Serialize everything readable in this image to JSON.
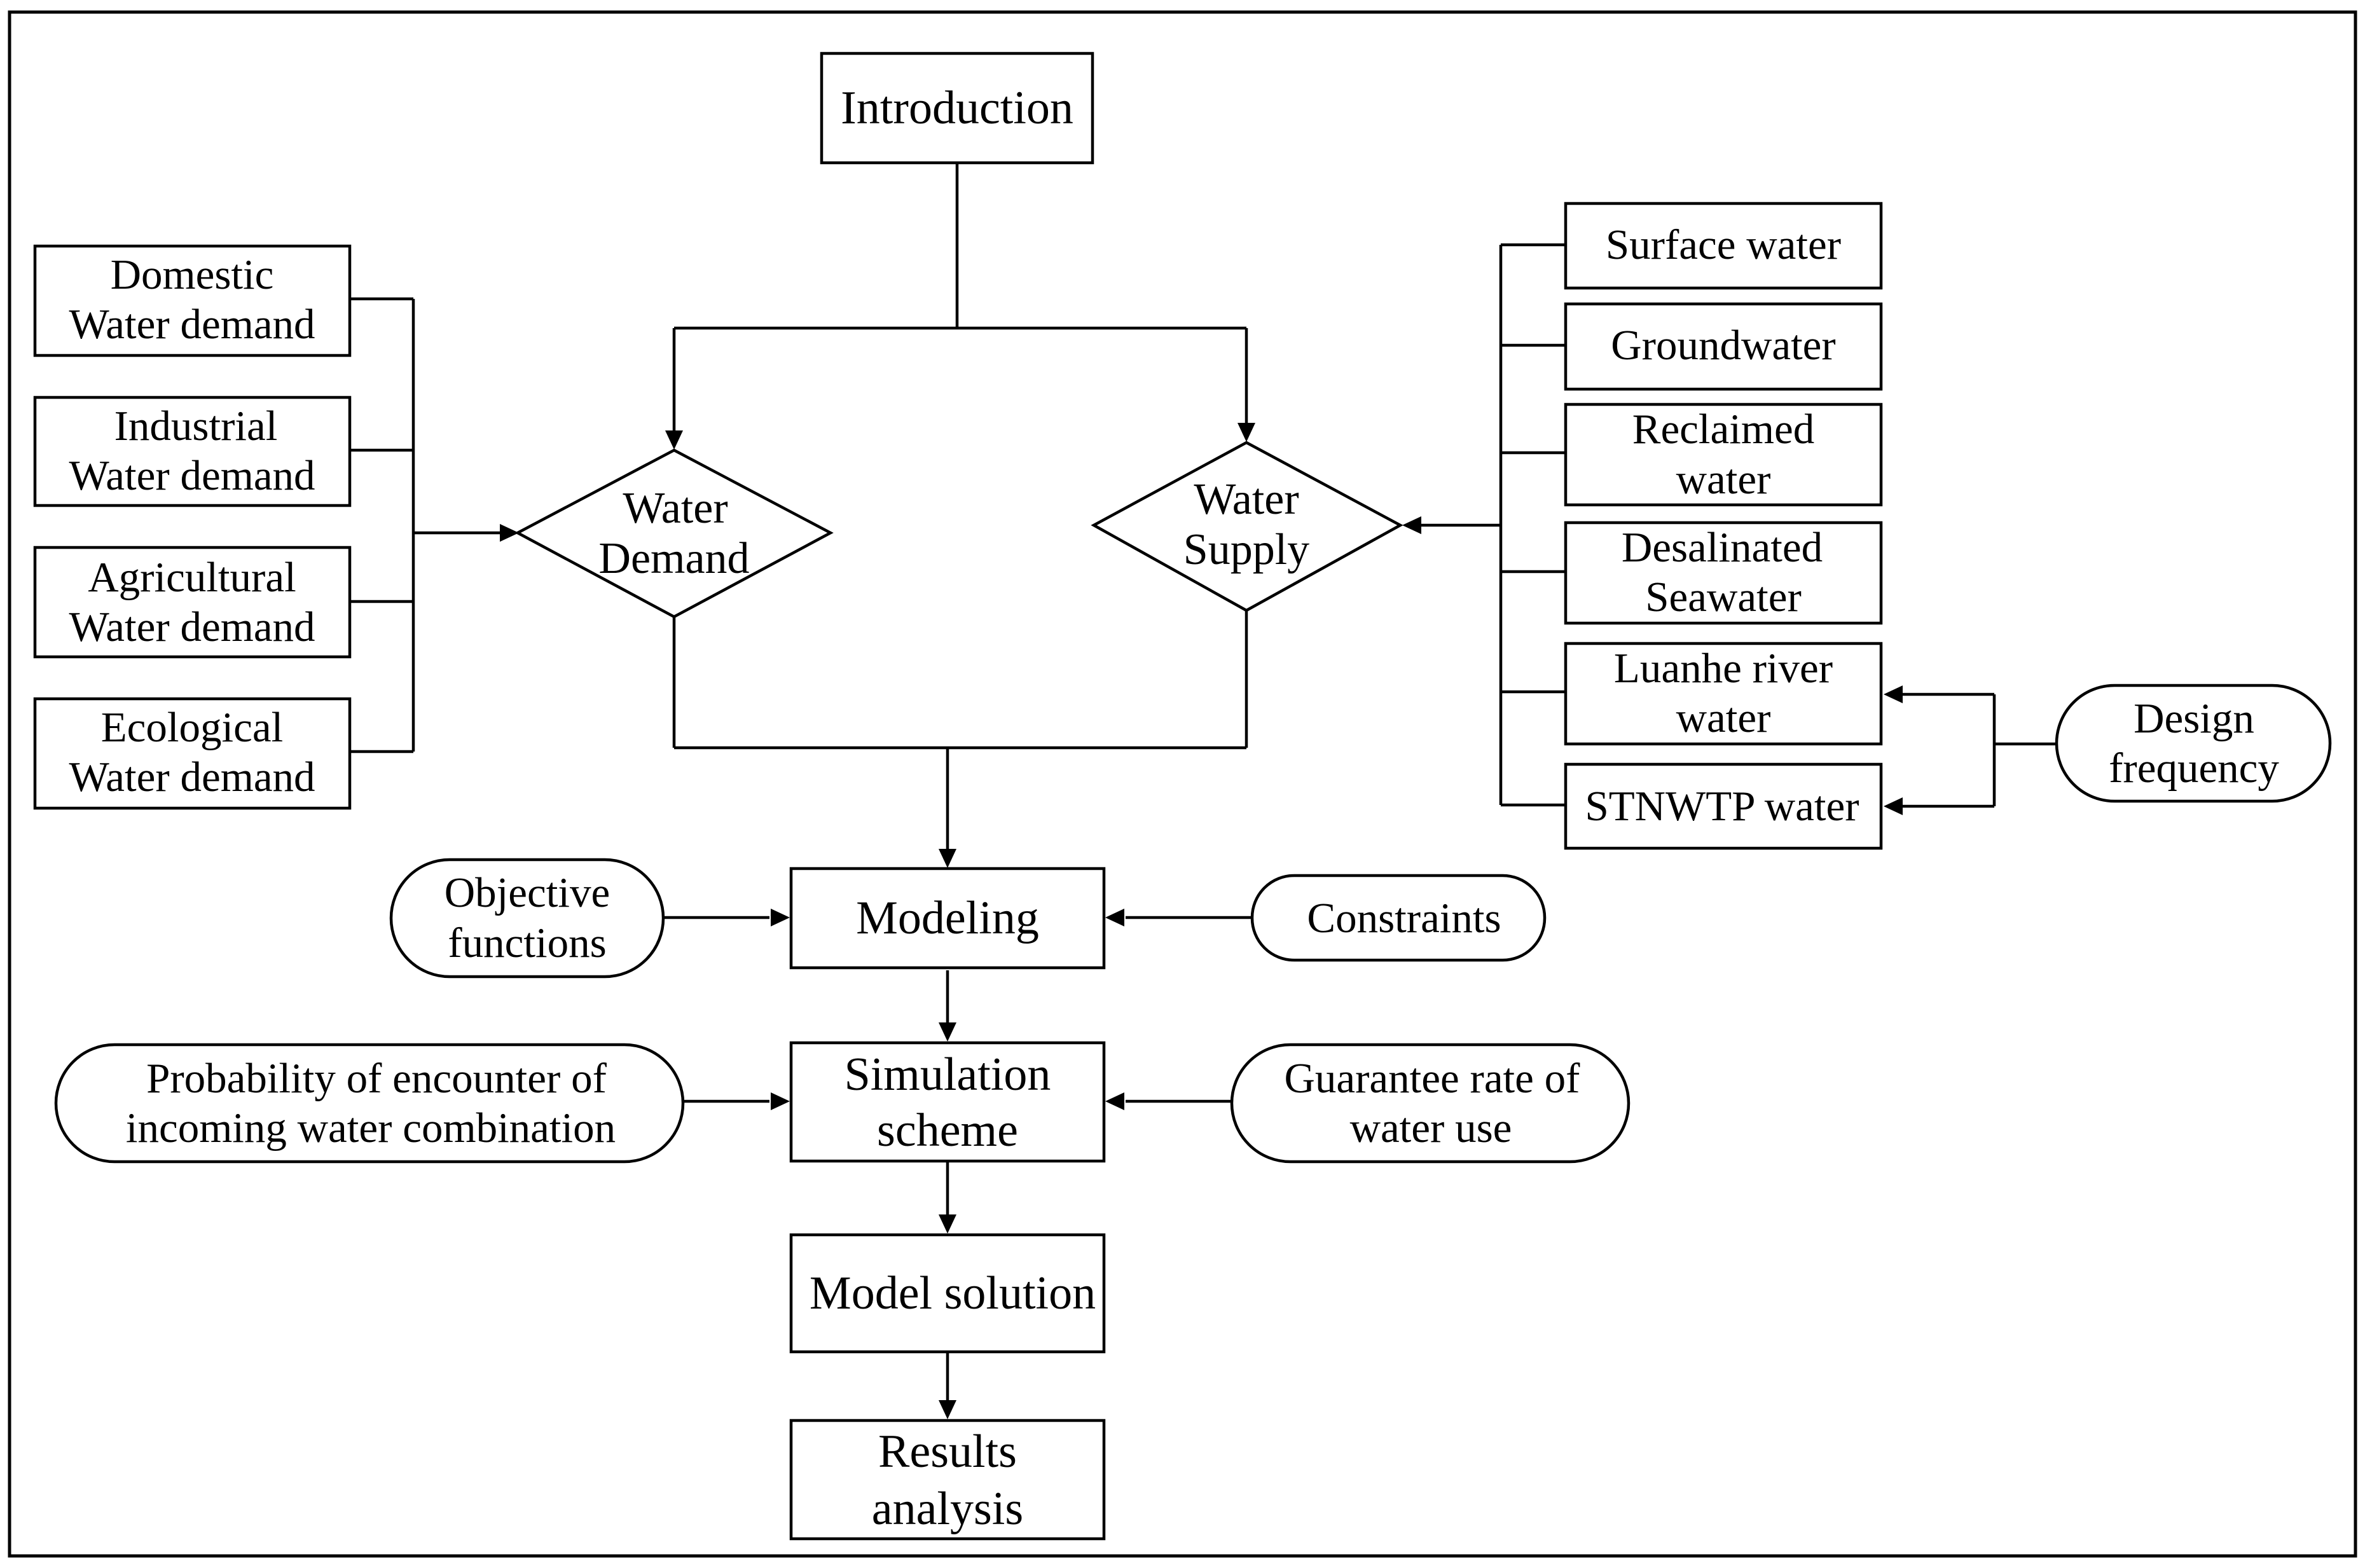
{
  "nodes": {
    "introduction": "Introduction",
    "water_demand": [
      "Water",
      "Demand"
    ],
    "water_supply": [
      "Water",
      "Supply"
    ],
    "domestic": [
      "Domestic",
      "Water demand"
    ],
    "industrial": [
      "Industrial",
      "Water demand"
    ],
    "agricultural": [
      "Agricultural",
      "Water demand"
    ],
    "ecological": [
      "Ecological",
      "Water demand"
    ],
    "surface_water": "Surface water",
    "groundwater": "Groundwater",
    "reclaimed_water": [
      "Reclaimed",
      "water"
    ],
    "desalinated_seawater": [
      "Desalinated",
      "Seawater"
    ],
    "luanhe_river_water": [
      "Luanhe river",
      "water"
    ],
    "stnwtp_water": "STNWTP water",
    "design_frequency": [
      "Design",
      "frequency"
    ],
    "objective_functions": [
      "Objective",
      "functions"
    ],
    "modeling": "Modeling",
    "constraints": "Constraints",
    "probability_encounter": [
      "Probability of encounter of",
      "incoming water combination"
    ],
    "simulation_scheme": [
      "Simulation",
      "scheme"
    ],
    "guarantee_rate": [
      "Guarantee rate of",
      "water use"
    ],
    "model_solution": "Model solution",
    "results_analysis": [
      "Results",
      "analysis"
    ]
  }
}
